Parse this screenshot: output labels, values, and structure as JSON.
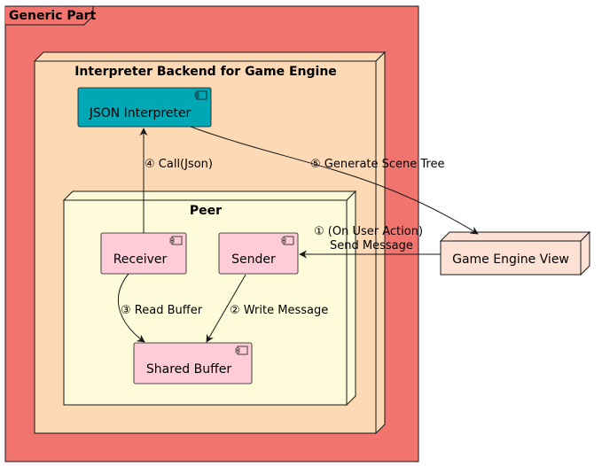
{
  "frame": {
    "label": "Generic Part"
  },
  "backend": {
    "label": "Interpreter Backend for Game Engine"
  },
  "peer": {
    "label": "Peer"
  },
  "components": {
    "json_interpreter": "JSON Interpreter",
    "receiver": "Receiver",
    "sender": "Sender",
    "shared_buffer": "Shared Buffer"
  },
  "game_engine_view": {
    "label": "Game Engine View"
  },
  "edges": {
    "call": "④ Call(Json)",
    "generate": "⑤ Generate Scene Tree",
    "user_action_line1": "① (On User Action)",
    "user_action_line2": "Send Message",
    "read_buffer": "③ Read Buffer",
    "write_message": "② Write Message"
  },
  "colors": {
    "frame_fill": "#F1756E",
    "node_fill": "#FDD9B5",
    "peer_fill": "#FDFBD9",
    "interpreter_fill": "#00A8B5",
    "component_fill": "#FDCCD8",
    "view_fill": "#FDE1D5",
    "stroke": "#181818"
  }
}
